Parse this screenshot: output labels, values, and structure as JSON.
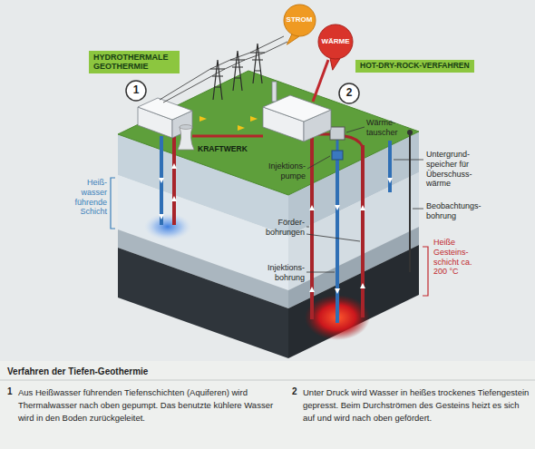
{
  "diagram": {
    "title": "Verfahren der Tiefen-Geothermie",
    "nodes": [
      {
        "text": [
          "STROM"
        ]
      },
      {
        "text": [
          "WÄRME"
        ]
      },
      {
        "text": [
          "HYDROTHERMALE GEOTHERMIE"
        ]
      },
      {
        "text": [
          "HOT-DRY-ROCK-VERFAHREN"
        ]
      },
      {
        "text": [
          "1"
        ]
      },
      {
        "text": [
          "2"
        ]
      }
    ],
    "labels": [
      "KRAFTWERK",
      "Wärme- tauscher",
      "Injektions- pumpe",
      "Untergrund- speicher für Überschuss- wärme",
      "Heiß- wasser führende Schicht",
      "Beobachtungs- bohrung",
      "Förder- bohrungen",
      "Heiße Gesteins- schicht ca. 200 °C",
      "Injektions- bohrung",
      "1",
      "Aus Heißwasser führenden Tiefenschichten (Aquiferen) wird Thermalwasser nach oben gepumpt. Das benutzte kühlere Wasser wird in den Boden zurückgeleitet.",
      "2",
      "Unter Druck wird Wasser in heißes trockenes Tiefengestein gepresst. Beim Durchströmen des Gesteins heizt es sich auf und wird nach oben gefördert."
    ]
  }
}
